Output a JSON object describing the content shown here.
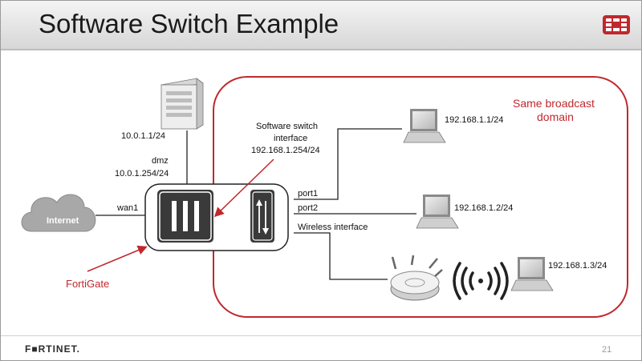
{
  "slide": {
    "title": "Software Switch Example",
    "footer_brand": "F■RTINET.",
    "page_number": "21"
  },
  "colors": {
    "accent_red": "#c0282d",
    "device_dark": "#3a3a3a",
    "cloud_gray": "#a5a5a5"
  },
  "diagram": {
    "broadcast_domain_label": [
      "Same broadcast",
      "domain"
    ],
    "internet_label": "Internet",
    "wan_label": "wan1",
    "dmz_label": "dmz",
    "dmz_ip": "10.0.1.254/24",
    "server_ip": "10.0.1.1/24",
    "fortigate_label": "FortiGate",
    "switch_interface_label": [
      "Software switch",
      "interface",
      "192.168.1.254/24"
    ],
    "ports": [
      "port1",
      "port2",
      "Wireless interface"
    ],
    "laptop_ips": [
      "192.168.1.1/24",
      "192.168.1.2/24",
      "192.168.1.3/24"
    ],
    "icons": [
      "server-icon",
      "cloud-icon",
      "fortigate-icon",
      "switch-icon",
      "laptop-icon",
      "access-point-icon",
      "wireless-signal-icon"
    ]
  }
}
